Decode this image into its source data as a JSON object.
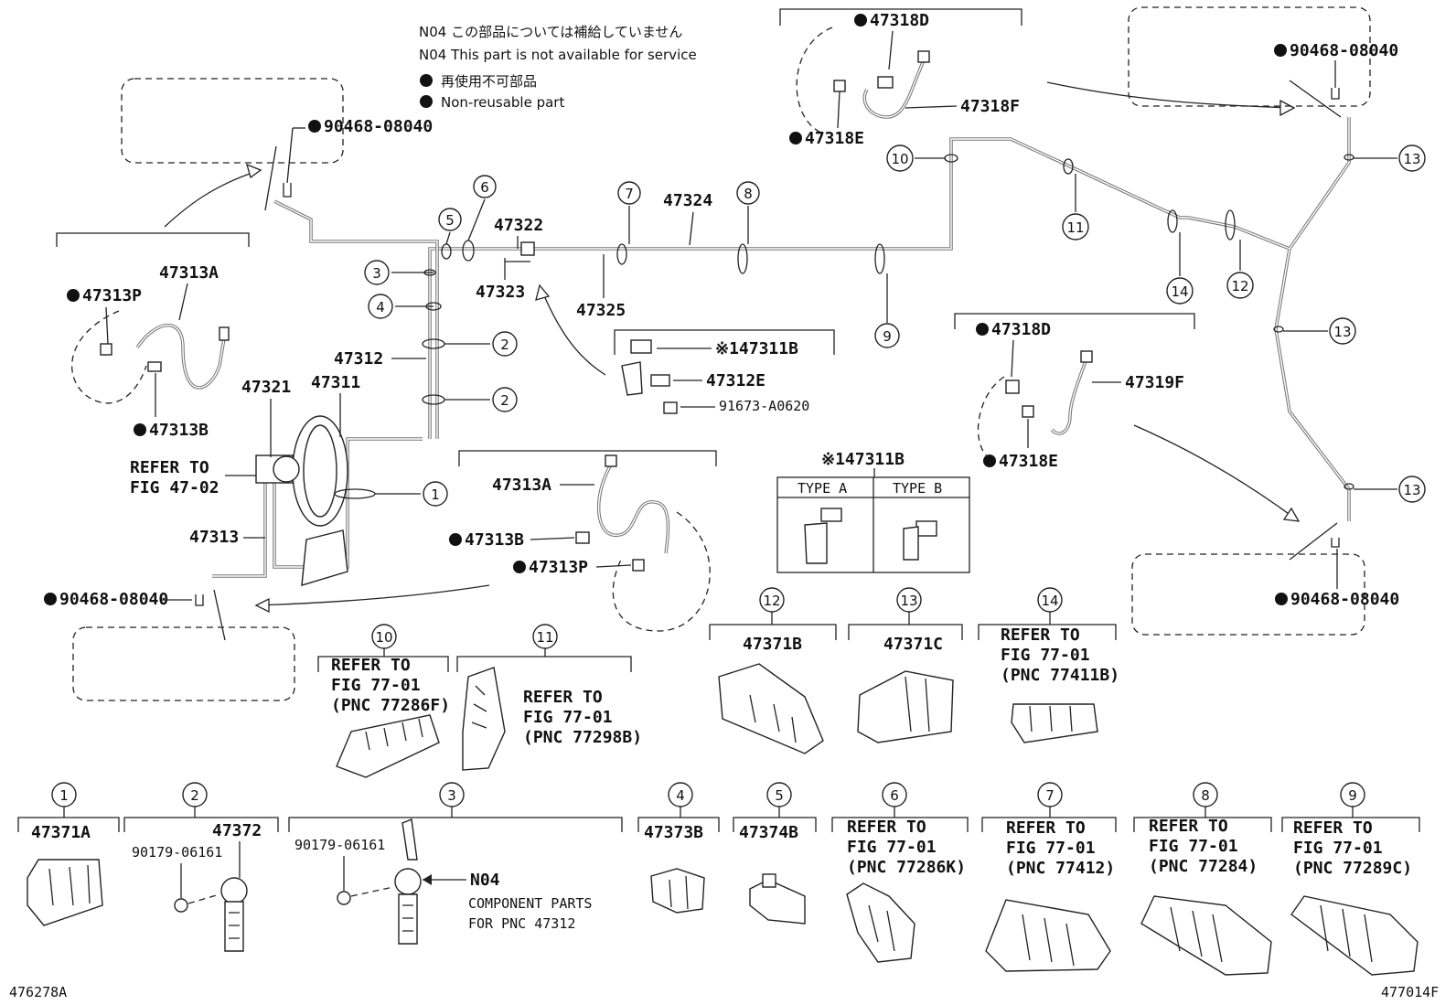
{
  "legend": {
    "n04_jp": "N04 この部品については補給していません",
    "n04_en": "N04 This part is not available for service",
    "nonreuse_jp": "再使用不可部品",
    "nonreuse_en": "Non-reusable part"
  },
  "parts": {
    "p47322": "47322",
    "p47323": "47323",
    "p47324": "47324",
    "p47325": "47325",
    "p47312": "47312",
    "p47311": "47311",
    "p47321": "47321",
    "p47313": "47313",
    "p47313A_top": "47313A",
    "p47313P_top": "47313P",
    "p47313B_top": "47313B",
    "p47313A_mid": "47313A",
    "p47313B_mid": "47313B",
    "p47313P_mid": "47313P",
    "clip_tl": "90468-08040",
    "clip_bl": "90468-08040",
    "clip_tr": "90468-08040",
    "clip_br": "90468-08040",
    "p47318D_top": "47318D",
    "p47318F": "47318F",
    "p47318E_top": "47318E",
    "p47318D_mid": "47318D",
    "p47319F": "47319F",
    "p47318E_mid": "47318E",
    "p47311B": "47311B",
    "p47312E": "47312E",
    "p91673": "91673-A0620",
    "p47311B_type": "47311B",
    "typeA": "TYPE A",
    "typeB": "TYPE B",
    "refer_fig4702_a": "REFER TO",
    "refer_fig4702_b": "FIG 47-02"
  },
  "callouts": [
    "1",
    "2",
    "3",
    "4",
    "5",
    "6",
    "7",
    "8",
    "9",
    "10",
    "11",
    "12",
    "13",
    "14"
  ],
  "groups": {
    "g10": {
      "num": "10",
      "l1": "REFER TO",
      "l2": "FIG 77-01",
      "l3": "(PNC 77286F)"
    },
    "g11": {
      "num": "11",
      "l1": "REFER TO",
      "l2": "FIG 77-01",
      "l3": "(PNC 77298B)"
    },
    "g12": {
      "num": "12",
      "part": "47371B"
    },
    "g13": {
      "num": "13",
      "part": "47371C"
    },
    "g14": {
      "num": "14",
      "l1": "REFER TO",
      "l2": "FIG 77-01",
      "l3": "(PNC 77411B)"
    },
    "g1": {
      "num": "1",
      "part": "47371A"
    },
    "g2": {
      "num": "2",
      "part": "47372",
      "sub": "90179-06161"
    },
    "g3": {
      "num": "3",
      "sub": "90179-06161",
      "n04": "N04",
      "c1": "COMPONENT PARTS",
      "c2": "FOR PNC 47312"
    },
    "g4": {
      "num": "4",
      "part": "47373B"
    },
    "g5": {
      "num": "5",
      "part": "47374B"
    },
    "g6": {
      "num": "6",
      "l1": "REFER TO",
      "l2": "FIG 77-01",
      "l3": "(PNC 77286K)"
    },
    "g7": {
      "num": "7",
      "l1": "REFER TO",
      "l2": "FIG 77-01",
      "l3": "(PNC 77412)"
    },
    "g8": {
      "num": "8",
      "l1": "REFER TO",
      "l2": "FIG 77-01",
      "l3": "(PNC 77284)"
    },
    "g9": {
      "num": "9",
      "l1": "REFER TO",
      "l2": "FIG 77-01",
      "l3": "(PNC 77289C)"
    }
  },
  "footer": {
    "left": "476278A",
    "right": "477014F"
  },
  "type_prefix": "※1"
}
